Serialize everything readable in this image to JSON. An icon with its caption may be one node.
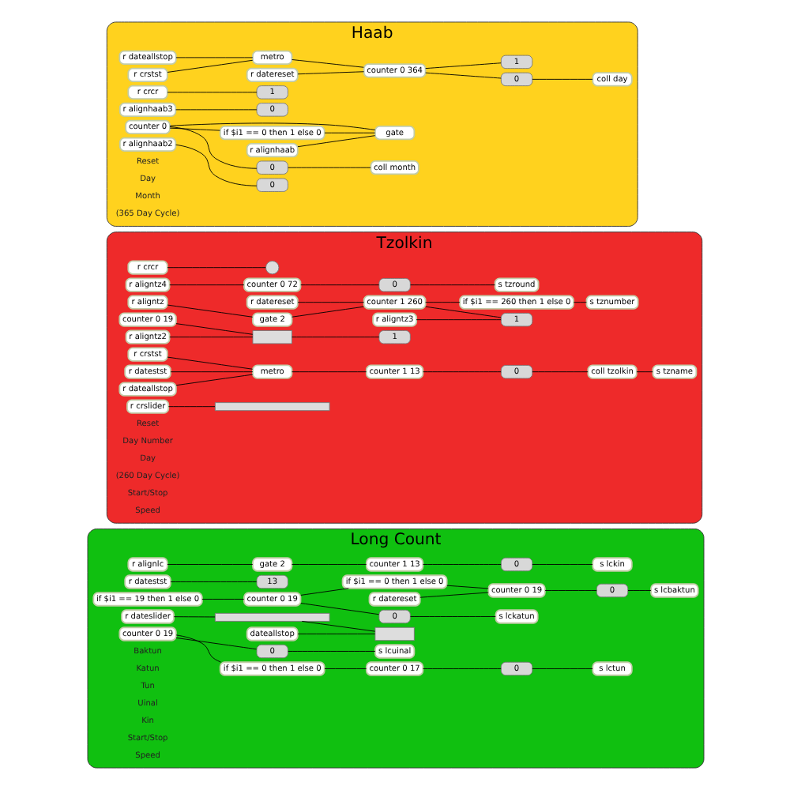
{
  "diagram": {
    "nodes": [
      {
        "text": [
          "Long Count"
        ]
      },
      {
        "text": [
          "gate 2"
        ],
        "in": 0
      },
      {
        "text": [
          "r alignlc"
        ],
        "in": 0
      },
      {
        "text": [
          "r datestst"
        ],
        "in": 0
      },
      {
        "text": [
          "r datereset"
        ],
        "in": 0
      },
      {
        "text": [
          "dateallstop"
        ],
        "in": 0
      },
      {
        "text": [
          "s lcbaktun"
        ],
        "in": 0
      },
      {
        "text": [
          "s lckatun"
        ],
        "in": 0
      },
      {
        "text": [
          "s lctun"
        ],
        "in": 0
      },
      {
        "text": [
          "s lcuinal"
        ],
        "in": 0
      },
      {
        "text": [
          "s lckin"
        ],
        "in": 0
      },
      {
        "text": [
          "if $i1 == 19 then 1 else 0"
        ],
        "in": 0
      },
      {
        "text": [
          "0"
        ],
        "in": 0
      },
      {
        "text": [
          "0"
        ],
        "in": 0
      },
      {
        "text": [
          "0"
        ],
        "in": 0
      },
      {
        "text": [
          "0"
        ],
        "in": 0
      },
      {
        "text": [
          "0"
        ],
        "in": 0
      },
      {
        "text": [
          "13"
        ],
        "in": 0
      },
      {
        "text": [
          "counter 0 19"
        ],
        "in": 0
      },
      {
        "text": [
          "counter 0 19"
        ],
        "in": 0
      },
      {
        "text": [
          "counter 0 17"
        ],
        "in": 0
      },
      {
        "text": [
          "counter 0 19"
        ],
        "in": 0
      },
      {
        "text": [
          "counter 1 13"
        ],
        "in": 0
      },
      {
        "text": [
          "if $i1 == 0 then 1 else 0"
        ],
        "in": 0
      },
      {
        "text": [
          "if $i1 == 0 then 1 else 0"
        ],
        "in": 0
      },
      {
        "text": [
          "r dateslider"
        ],
        "in": 0
      },
      {
        "text": [],
        "shape": "bar",
        "in": 0
      },
      {
        "text": [],
        "shape": "box",
        "in": 0
      },
      {
        "text": [
          "Tzolkin"
        ]
      },
      {
        "text": [
          "metro"
        ],
        "in": 28
      },
      {
        "text": [
          "r crcr"
        ],
        "in": 28
      },
      {
        "text": [
          "r datereset"
        ],
        "in": 28
      },
      {
        "text": [
          "s tznumber"
        ],
        "in": 28
      },
      {
        "text": [
          "r aligntz"
        ],
        "in": 28
      },
      {
        "text": [
          "r aligntz4"
        ],
        "in": 28
      },
      {
        "text": [
          "r crstst"
        ],
        "in": 28
      },
      {
        "text": [
          "if $i1 == 260 then 1 else 0"
        ],
        "in": 28
      },
      {
        "text": [
          "counter 0 72"
        ],
        "in": 28
      },
      {
        "text": [
          "gate 2"
        ],
        "in": 28
      },
      {
        "text": [
          "r aligntz3"
        ],
        "in": 28
      },
      {
        "text": [
          "r aligntz2"
        ],
        "in": 28
      },
      {
        "text": [],
        "shape": "circle",
        "in": 28
      },
      {
        "text": [
          "coll tzolkin"
        ],
        "in": 28
      },
      {
        "text": [
          "0"
        ],
        "in": 28
      },
      {
        "text": [],
        "shape": "box",
        "in": 28
      },
      {
        "text": [
          "1"
        ],
        "in": 28
      },
      {
        "text": [
          "s tzname"
        ],
        "in": 28
      },
      {
        "text": [
          "1"
        ],
        "in": 28
      },
      {
        "text": [
          "0"
        ],
        "in": 28
      },
      {
        "text": [
          "counter 1 13"
        ],
        "in": 28
      },
      {
        "text": [
          "counter 0 19"
        ],
        "in": 28
      },
      {
        "text": [
          "counter 1 260"
        ],
        "in": 28
      },
      {
        "text": [
          "r datestst"
        ],
        "in": 28
      },
      {
        "text": [
          "r dateallstop"
        ],
        "in": 28
      },
      {
        "text": [
          "r crslider"
        ],
        "in": 28
      },
      {
        "text": [
          "s tzround"
        ],
        "in": 28
      },
      {
        "text": [],
        "shape": "bar",
        "in": 28
      },
      {
        "text": [
          "Haab"
        ]
      },
      {
        "text": [
          "metro"
        ],
        "in": 57
      },
      {
        "text": [
          "coll month"
        ],
        "in": 57
      },
      {
        "text": [
          "if $i1 == 0 then 1 else 0"
        ],
        "in": 57
      },
      {
        "text": [
          "r dateallstop"
        ],
        "in": 57
      },
      {
        "text": [
          "r datereset"
        ],
        "in": 57
      },
      {
        "text": [
          "0"
        ],
        "in": 57
      },
      {
        "text": [
          "gate"
        ],
        "in": 57
      },
      {
        "text": [
          "r alignhaab"
        ],
        "in": 57
      },
      {
        "text": [
          "r crcr"
        ],
        "in": 57
      },
      {
        "text": [
          "coll day"
        ],
        "in": 57
      },
      {
        "text": [
          "r alignhaab3"
        ],
        "in": 57
      },
      {
        "text": [
          "counter 0"
        ],
        "in": 57
      },
      {
        "text": [
          "r crstst"
        ],
        "in": 57
      },
      {
        "text": [
          "0"
        ],
        "in": 57
      },
      {
        "text": [
          "0"
        ],
        "in": 57
      },
      {
        "text": [
          "1"
        ],
        "in": 57
      },
      {
        "text": [
          "1"
        ],
        "in": 57
      },
      {
        "text": [
          "0"
        ],
        "in": 57
      },
      {
        "text": [
          "counter 0 364"
        ],
        "in": 57
      },
      {
        "text": [
          "r alignhaab2"
        ],
        "in": 57
      }
    ],
    "edges": [
      {
        "from": 2,
        "to": 1,
        "arrow": "none"
      },
      {
        "from": 1,
        "to": 22,
        "arrow": "none"
      },
      {
        "from": 4,
        "to": 18,
        "arrow": "none"
      },
      {
        "from": 5,
        "to": 27,
        "arrow": "none"
      },
      {
        "from": 3,
        "to": 17,
        "arrow": "none"
      },
      {
        "from": 18,
        "to": 12,
        "arrow": "none"
      },
      {
        "from": 19,
        "to": 13,
        "arrow": "none"
      },
      {
        "from": 20,
        "to": 14,
        "arrow": "none"
      },
      {
        "from": 21,
        "to": 15,
        "arrow": "none"
      },
      {
        "from": 22,
        "to": 16,
        "arrow": "none"
      },
      {
        "from": 12,
        "to": 6,
        "arrow": "none"
      },
      {
        "from": 13,
        "to": 7,
        "arrow": "none"
      },
      {
        "from": 14,
        "to": 8,
        "arrow": "none"
      },
      {
        "from": 15,
        "to": 9,
        "arrow": "none"
      },
      {
        "from": 16,
        "to": 10,
        "arrow": "none"
      },
      {
        "from": 19,
        "to": 23,
        "arrow": "none"
      },
      {
        "from": 21,
        "to": 24,
        "arrow": "none"
      },
      {
        "from": 23,
        "to": 18,
        "arrow": "none"
      },
      {
        "from": 24,
        "to": 20,
        "arrow": "none"
      },
      {
        "from": 11,
        "to": 19,
        "arrow": "none"
      },
      {
        "from": 25,
        "to": 26,
        "arrow": "none"
      },
      {
        "from": 26,
        "to": 27,
        "arrow": "none"
      },
      {
        "from": 29,
        "to": 49,
        "arrow": "none"
      },
      {
        "from": 30,
        "to": 41,
        "arrow": "none"
      },
      {
        "from": 31,
        "to": 51,
        "arrow": "none"
      },
      {
        "from": 35,
        "to": 29,
        "arrow": "none"
      },
      {
        "from": 33,
        "to": 38,
        "arrow": "none"
      },
      {
        "from": 34,
        "to": 37,
        "arrow": "none"
      },
      {
        "from": 37,
        "to": 48,
        "arrow": "none"
      },
      {
        "from": 38,
        "to": 51,
        "arrow": "none"
      },
      {
        "from": 39,
        "to": 47,
        "arrow": "none"
      },
      {
        "from": 40,
        "to": 44,
        "arrow": "none"
      },
      {
        "from": 49,
        "to": 43,
        "arrow": "none"
      },
      {
        "from": 50,
        "to": 44,
        "arrow": "none"
      },
      {
        "from": 43,
        "to": 42,
        "arrow": "none"
      },
      {
        "from": 42,
        "to": 46,
        "arrow": "none"
      },
      {
        "from": 44,
        "to": 45,
        "arrow": "none"
      },
      {
        "from": 51,
        "to": 47,
        "arrow": "none"
      },
      {
        "from": 51,
        "to": 36,
        "arrow": "none"
      },
      {
        "from": 36,
        "to": 32,
        "arrow": "none"
      },
      {
        "from": 48,
        "to": 55,
        "arrow": "none"
      },
      {
        "from": 52,
        "to": 29,
        "arrow": "none"
      },
      {
        "from": 53,
        "to": 29,
        "arrow": "none"
      },
      {
        "from": 54,
        "to": 56,
        "arrow": "none"
      },
      {
        "from": 58,
        "to": 76,
        "arrow": "none"
      },
      {
        "from": 61,
        "to": 58,
        "arrow": "none"
      },
      {
        "from": 62,
        "to": 76,
        "arrow": "none"
      },
      {
        "from": 66,
        "to": 73,
        "arrow": "none"
      },
      {
        "from": 70,
        "to": 58,
        "arrow": "none"
      },
      {
        "from": 65,
        "to": 64,
        "arrow": "none"
      },
      {
        "from": 64,
        "to": 69,
        "arrow": "none"
      },
      {
        "from": 60,
        "to": 64,
        "arrow": "none"
      },
      {
        "from": 68,
        "to": 71,
        "arrow": "none"
      },
      {
        "from": 76,
        "to": 72,
        "arrow": "none"
      },
      {
        "from": 72,
        "to": 67,
        "arrow": "none"
      },
      {
        "from": 69,
        "to": 63,
        "arrow": "none"
      },
      {
        "from": 63,
        "to": 59,
        "arrow": "none"
      },
      {
        "from": 76,
        "to": 74,
        "arrow": "none"
      },
      {
        "from": 77,
        "to": 75,
        "arrow": "none"
      },
      {
        "from": 69,
        "to": 60,
        "arrow": "none"
      }
    ],
    "labels": [
      "Baktun",
      "Katun",
      "Tun",
      "Uinal",
      "Kin",
      "Start/Stop",
      "Speed",
      "Reset",
      "Day Number",
      "Day",
      "(260 Day Cycle)",
      "Start/Stop",
      "Speed",
      "Reset",
      "Day",
      "Month",
      "(365 Day Cycle)"
    ]
  }
}
